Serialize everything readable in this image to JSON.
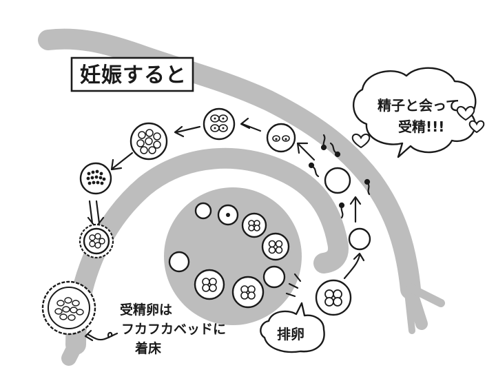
{
  "title": "妊娠すると",
  "bubble_fertilize": [
    "精子と会って",
    "受精!!!"
  ],
  "bubble_ovulation": "排卵",
  "note_implant": [
    "受精卵は",
    "フカフカベッドに",
    "着床"
  ],
  "colors": {
    "ink": "#1a1a1a",
    "tract": "#bdbdbd",
    "paper": "#ffffff"
  }
}
